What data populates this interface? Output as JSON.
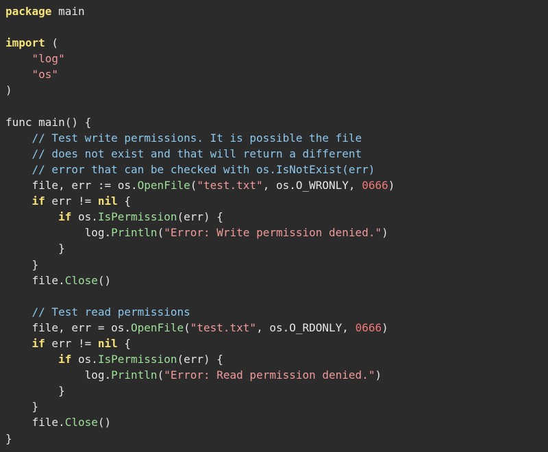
{
  "colors": {
    "background": "#2b2b2b",
    "keyword": "#f5e37a",
    "plain": "#e6e6e6",
    "string": "#f29a9a",
    "comment": "#8cc8ee",
    "function_call": "#9fe09a",
    "number": "#f07878"
  },
  "code": {
    "language": "go",
    "lines": [
      [
        {
          "t": "keyword",
          "v": "package"
        },
        {
          "t": "plain",
          "v": " main"
        }
      ],
      [],
      [
        {
          "t": "keyword",
          "v": "import"
        },
        {
          "t": "plain",
          "v": " ("
        }
      ],
      [
        {
          "t": "plain",
          "v": "    "
        },
        {
          "t": "string",
          "v": "\"log\""
        }
      ],
      [
        {
          "t": "plain",
          "v": "    "
        },
        {
          "t": "string",
          "v": "\"os\""
        }
      ],
      [
        {
          "t": "plain",
          "v": ")"
        }
      ],
      [],
      [
        {
          "t": "plain",
          "v": "func main() {"
        }
      ],
      [
        {
          "t": "plain",
          "v": "    "
        },
        {
          "t": "comment",
          "v": "// Test write permissions. It is possible the file"
        }
      ],
      [
        {
          "t": "plain",
          "v": "    "
        },
        {
          "t": "comment",
          "v": "// does not exist and that will return a different"
        }
      ],
      [
        {
          "t": "plain",
          "v": "    "
        },
        {
          "t": "comment",
          "v": "// error that can be checked with os.IsNotExist(err)"
        }
      ],
      [
        {
          "t": "plain",
          "v": "    file, err := os."
        },
        {
          "t": "func",
          "v": "OpenFile"
        },
        {
          "t": "plain",
          "v": "("
        },
        {
          "t": "string",
          "v": "\"test.txt\""
        },
        {
          "t": "plain",
          "v": ", os.O_WRONLY, "
        },
        {
          "t": "number",
          "v": "0666"
        },
        {
          "t": "plain",
          "v": ")"
        }
      ],
      [
        {
          "t": "plain",
          "v": "    "
        },
        {
          "t": "keyword",
          "v": "if"
        },
        {
          "t": "plain",
          "v": " err != "
        },
        {
          "t": "keyword",
          "v": "nil"
        },
        {
          "t": "plain",
          "v": " {"
        }
      ],
      [
        {
          "t": "plain",
          "v": "        "
        },
        {
          "t": "keyword",
          "v": "if"
        },
        {
          "t": "plain",
          "v": " os."
        },
        {
          "t": "func",
          "v": "IsPermission"
        },
        {
          "t": "plain",
          "v": "(err) {"
        }
      ],
      [
        {
          "t": "plain",
          "v": "            log."
        },
        {
          "t": "func",
          "v": "Println"
        },
        {
          "t": "plain",
          "v": "("
        },
        {
          "t": "string",
          "v": "\"Error: Write permission denied.\""
        },
        {
          "t": "plain",
          "v": ")"
        }
      ],
      [
        {
          "t": "plain",
          "v": "        }"
        }
      ],
      [
        {
          "t": "plain",
          "v": "    }"
        }
      ],
      [
        {
          "t": "plain",
          "v": "    file."
        },
        {
          "t": "func",
          "v": "Close"
        },
        {
          "t": "plain",
          "v": "()"
        }
      ],
      [],
      [
        {
          "t": "plain",
          "v": "    "
        },
        {
          "t": "comment",
          "v": "// Test read permissions"
        }
      ],
      [
        {
          "t": "plain",
          "v": "    file, err = os."
        },
        {
          "t": "func",
          "v": "OpenFile"
        },
        {
          "t": "plain",
          "v": "("
        },
        {
          "t": "string",
          "v": "\"test.txt\""
        },
        {
          "t": "plain",
          "v": ", os.O_RDONLY, "
        },
        {
          "t": "number",
          "v": "0666"
        },
        {
          "t": "plain",
          "v": ")"
        }
      ],
      [
        {
          "t": "plain",
          "v": "    "
        },
        {
          "t": "keyword",
          "v": "if"
        },
        {
          "t": "plain",
          "v": " err != "
        },
        {
          "t": "keyword",
          "v": "nil"
        },
        {
          "t": "plain",
          "v": " {"
        }
      ],
      [
        {
          "t": "plain",
          "v": "        "
        },
        {
          "t": "keyword",
          "v": "if"
        },
        {
          "t": "plain",
          "v": " os."
        },
        {
          "t": "func",
          "v": "IsPermission"
        },
        {
          "t": "plain",
          "v": "(err) {"
        }
      ],
      [
        {
          "t": "plain",
          "v": "            log."
        },
        {
          "t": "func",
          "v": "Println"
        },
        {
          "t": "plain",
          "v": "("
        },
        {
          "t": "string",
          "v": "\"Error: Read permission denied.\""
        },
        {
          "t": "plain",
          "v": ")"
        }
      ],
      [
        {
          "t": "plain",
          "v": "        }"
        }
      ],
      [
        {
          "t": "plain",
          "v": "    }"
        }
      ],
      [
        {
          "t": "plain",
          "v": "    file."
        },
        {
          "t": "func",
          "v": "Close"
        },
        {
          "t": "plain",
          "v": "()"
        }
      ],
      [
        {
          "t": "plain",
          "v": "}"
        }
      ]
    ]
  }
}
